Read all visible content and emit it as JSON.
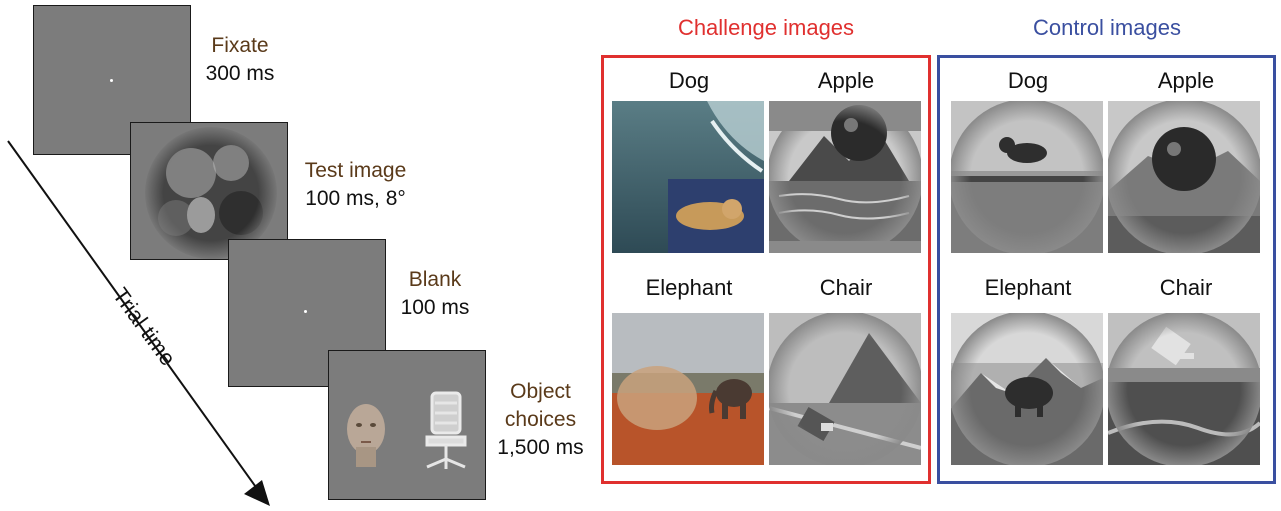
{
  "trial": {
    "axis_label": "Trial time",
    "steps": [
      {
        "name": "Fixate",
        "time": "300 ms"
      },
      {
        "name": "Test image",
        "time": "100 ms, 8°"
      },
      {
        "name": "Blank",
        "time": "100 ms"
      },
      {
        "name": "Object\nchoices",
        "time": "1,500 ms"
      }
    ]
  },
  "challenge": {
    "title": "Challenge images",
    "color": "#e0302f",
    "labels": [
      "Dog",
      "Apple",
      "Elephant",
      "Chair"
    ]
  },
  "control": {
    "title": "Control images",
    "color": "#3a4fa0",
    "labels": [
      "Dog",
      "Apple",
      "Elephant",
      "Chair"
    ]
  }
}
